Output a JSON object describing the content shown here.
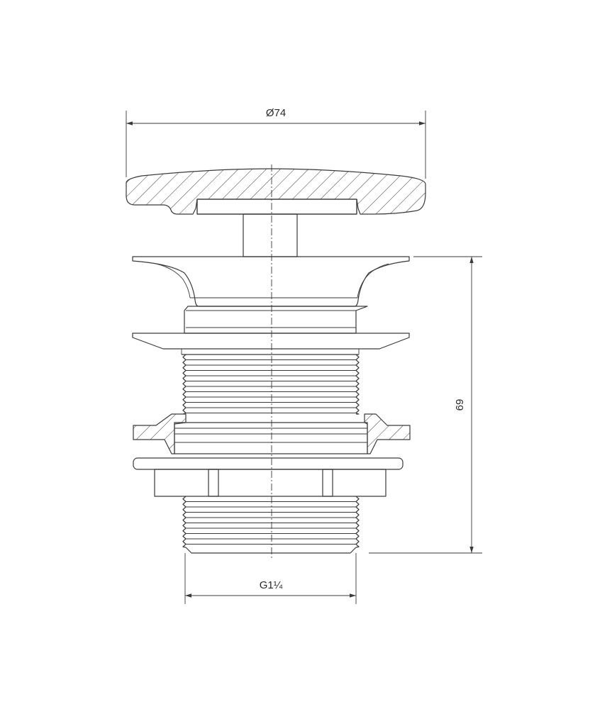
{
  "drawing": {
    "dimensions": {
      "diameter_label": "Ø74",
      "height_label": "69",
      "thread_label": "G1¼"
    }
  }
}
